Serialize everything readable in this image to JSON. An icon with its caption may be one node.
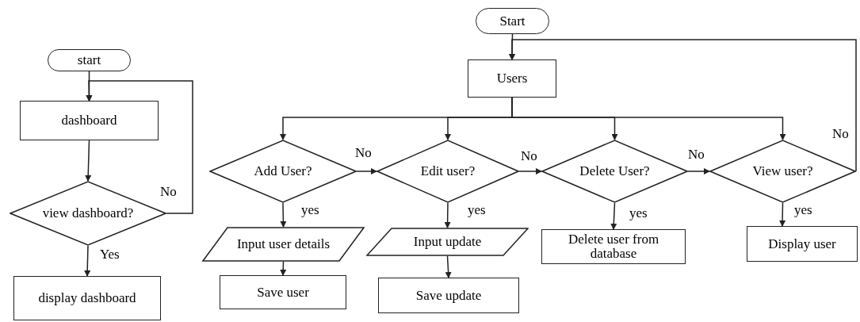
{
  "diagram": {
    "nodes": [
      {
        "text": [
          "start"
        ]
      },
      {
        "text": [
          "dashboard"
        ]
      },
      {
        "text": [
          "view dashboard?"
        ]
      },
      {
        "text": [
          "display dashboard"
        ]
      },
      {
        "text": [
          "Start"
        ]
      },
      {
        "text": [
          "Users"
        ]
      },
      {
        "text": [
          "Add User?"
        ]
      },
      {
        "text": [
          "Edit user?"
        ]
      },
      {
        "text": [
          "Delete User?"
        ]
      },
      {
        "text": [
          "View user?"
        ]
      },
      {
        "text": [
          "Input user details"
        ]
      },
      {
        "text": [
          "Input update"
        ]
      },
      {
        "text": [
          "Delete user from database"
        ]
      },
      {
        "text": [
          "Display user"
        ]
      },
      {
        "text": [
          "Save user"
        ]
      },
      {
        "text": [
          "Save update"
        ]
      }
    ],
    "edges": [
      {
        "from": 0,
        "to": 1,
        "arrow": "to"
      },
      {
        "from": 1,
        "to": 2,
        "arrow": "to"
      },
      {
        "from": 2,
        "to": 3,
        "arrow": "to",
        "label": "Yes"
      },
      {
        "from": 2,
        "to": 1,
        "arrow": "to",
        "label": "No"
      },
      {
        "from": 4,
        "to": 5,
        "arrow": "to"
      },
      {
        "from": 5,
        "to": 6,
        "arrow": "to"
      },
      {
        "from": 5,
        "to": 7,
        "arrow": "to"
      },
      {
        "from": 5,
        "to": 8,
        "arrow": "to"
      },
      {
        "from": 5,
        "to": 9,
        "arrow": "to"
      },
      {
        "from": 6,
        "to": 7,
        "arrow": "to",
        "label": "No"
      },
      {
        "from": 7,
        "to": 8,
        "arrow": "to",
        "label": "No"
      },
      {
        "from": 8,
        "to": 9,
        "arrow": "to",
        "label": "No"
      },
      {
        "from": 9,
        "to": 5,
        "arrow": "to",
        "label": "No"
      },
      {
        "from": 6,
        "to": 10,
        "arrow": "to",
        "label": "yes"
      },
      {
        "from": 10,
        "to": 14,
        "arrow": "to"
      },
      {
        "from": 7,
        "to": 11,
        "arrow": "to",
        "label": "yes"
      },
      {
        "from": 11,
        "to": 15,
        "arrow": "to"
      },
      {
        "from": 8,
        "to": 12,
        "arrow": "to",
        "label": "yes"
      },
      {
        "from": 9,
        "to": 13,
        "arrow": "to",
        "label": "yes"
      }
    ]
  }
}
